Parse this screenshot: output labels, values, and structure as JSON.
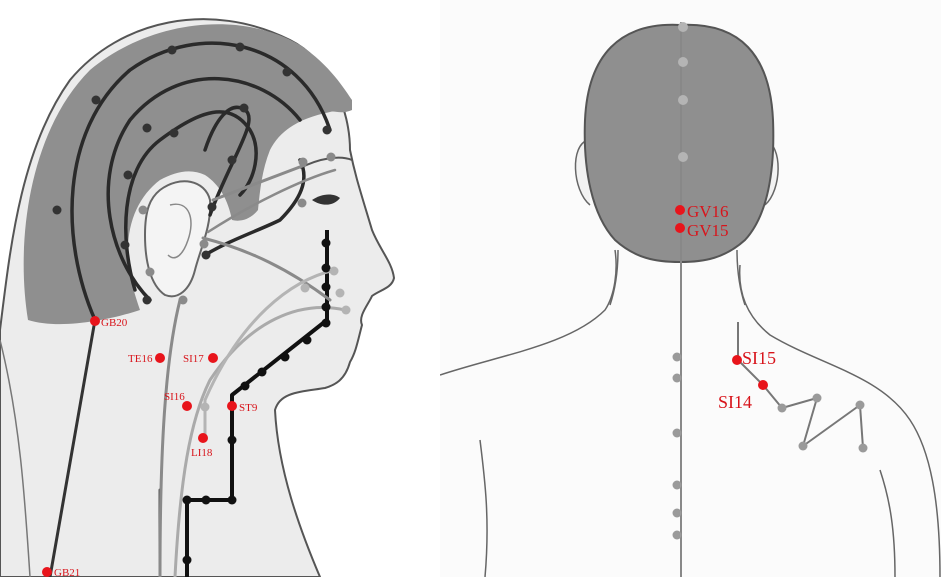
{
  "colors": {
    "acupoint": "#e8141b",
    "label": "#d8141b",
    "channel_dark": "#1c1c1c",
    "channel_gray": "#8a8a8a",
    "channel_light": "#b4b4b4",
    "scalp": "#8f8f8f",
    "skin": "#ececec",
    "outline": "#555555"
  },
  "left_view": {
    "points": [
      {
        "label": "GB20"
      },
      {
        "label": "TE16"
      },
      {
        "label": "SI17"
      },
      {
        "label": "SI16"
      },
      {
        "label": "ST9"
      },
      {
        "label": "LI18"
      },
      {
        "label": "GB21"
      }
    ]
  },
  "right_view": {
    "points": [
      {
        "label": "GV16"
      },
      {
        "label": "GV15"
      },
      {
        "label": "SI15"
      },
      {
        "label": "SI14"
      }
    ]
  }
}
